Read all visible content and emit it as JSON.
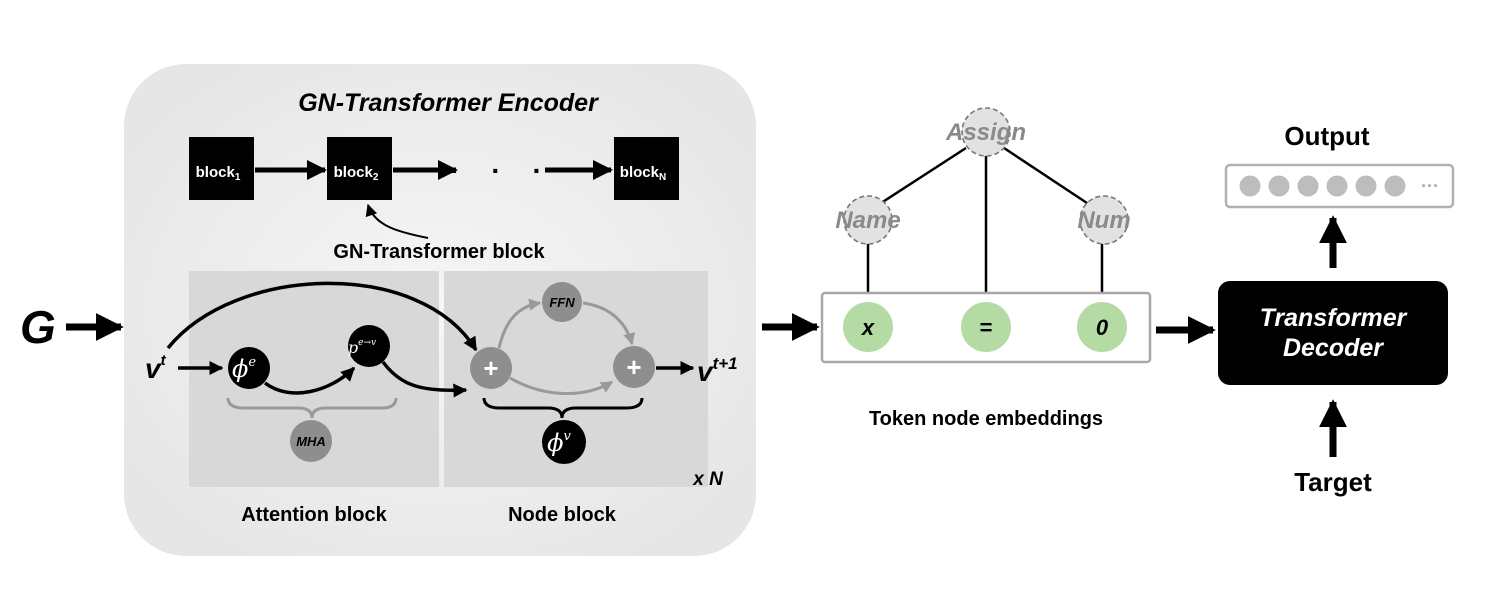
{
  "input_label": "G",
  "encoder": {
    "title": "GN-Transformer Encoder",
    "blocks": [
      "block",
      "block",
      "block"
    ],
    "block_subscripts": [
      "1",
      "2",
      "N"
    ],
    "dots": "· · ·",
    "block_caption": "GN-Transformer block",
    "repeat_x": "x",
    "repeat_n": "N",
    "attention": {
      "label": "Attention block",
      "input": "v",
      "input_sup": "t",
      "phi_e": "ϕ",
      "phi_e_sup": "e",
      "p_ev": "p",
      "p_ev_sup": "e→v",
      "mha": "MHA"
    },
    "node": {
      "label": "Node block",
      "ffn": "FFN",
      "plus": "+",
      "phi_v": "ϕ",
      "phi_v_sup": "v",
      "output": "v",
      "output_sup": "t+1"
    }
  },
  "tree": {
    "root": "Assign",
    "left": "Name",
    "right": "Num",
    "tokens": [
      "x",
      "=",
      "0"
    ],
    "caption": "Token node embeddings"
  },
  "decoder": {
    "line1": "Transformer",
    "line2": "Decoder",
    "output_label": "Output",
    "output_ellipsis": "···",
    "target_label": "Target"
  },
  "colors": {
    "encoder_bg": "#eeeeee",
    "panel_bg": "#d8d8d8",
    "gray_node": "#8e8e8e",
    "token_green": "#b5dba5",
    "dashed_node": "#e2e2e2",
    "black": "#000000"
  }
}
